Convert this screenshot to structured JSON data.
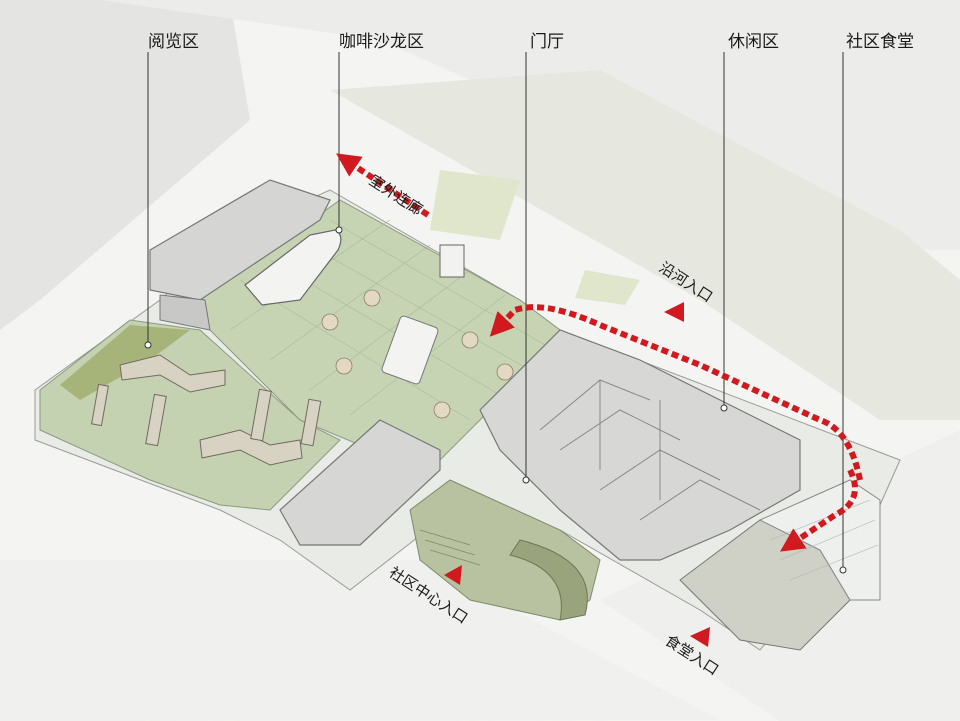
{
  "zone_labels": {
    "reading": "阅览区",
    "cafe": "咖啡沙龙区",
    "lobby": "门厅",
    "leisure": "休闲区",
    "canteen": "社区食堂"
  },
  "route_labels": {
    "outdoor_corridor": "室外连廊",
    "riverside_entrance": "沿河入口",
    "community_entrance": "社区中心入口",
    "canteen_entrance": "食堂入口"
  },
  "colors": {
    "route": "#d11a1f",
    "floor": "#c7d4b4",
    "wall": "#f7f7f5",
    "accent_green": "#8c9a4a",
    "ground": "#ededeb"
  }
}
